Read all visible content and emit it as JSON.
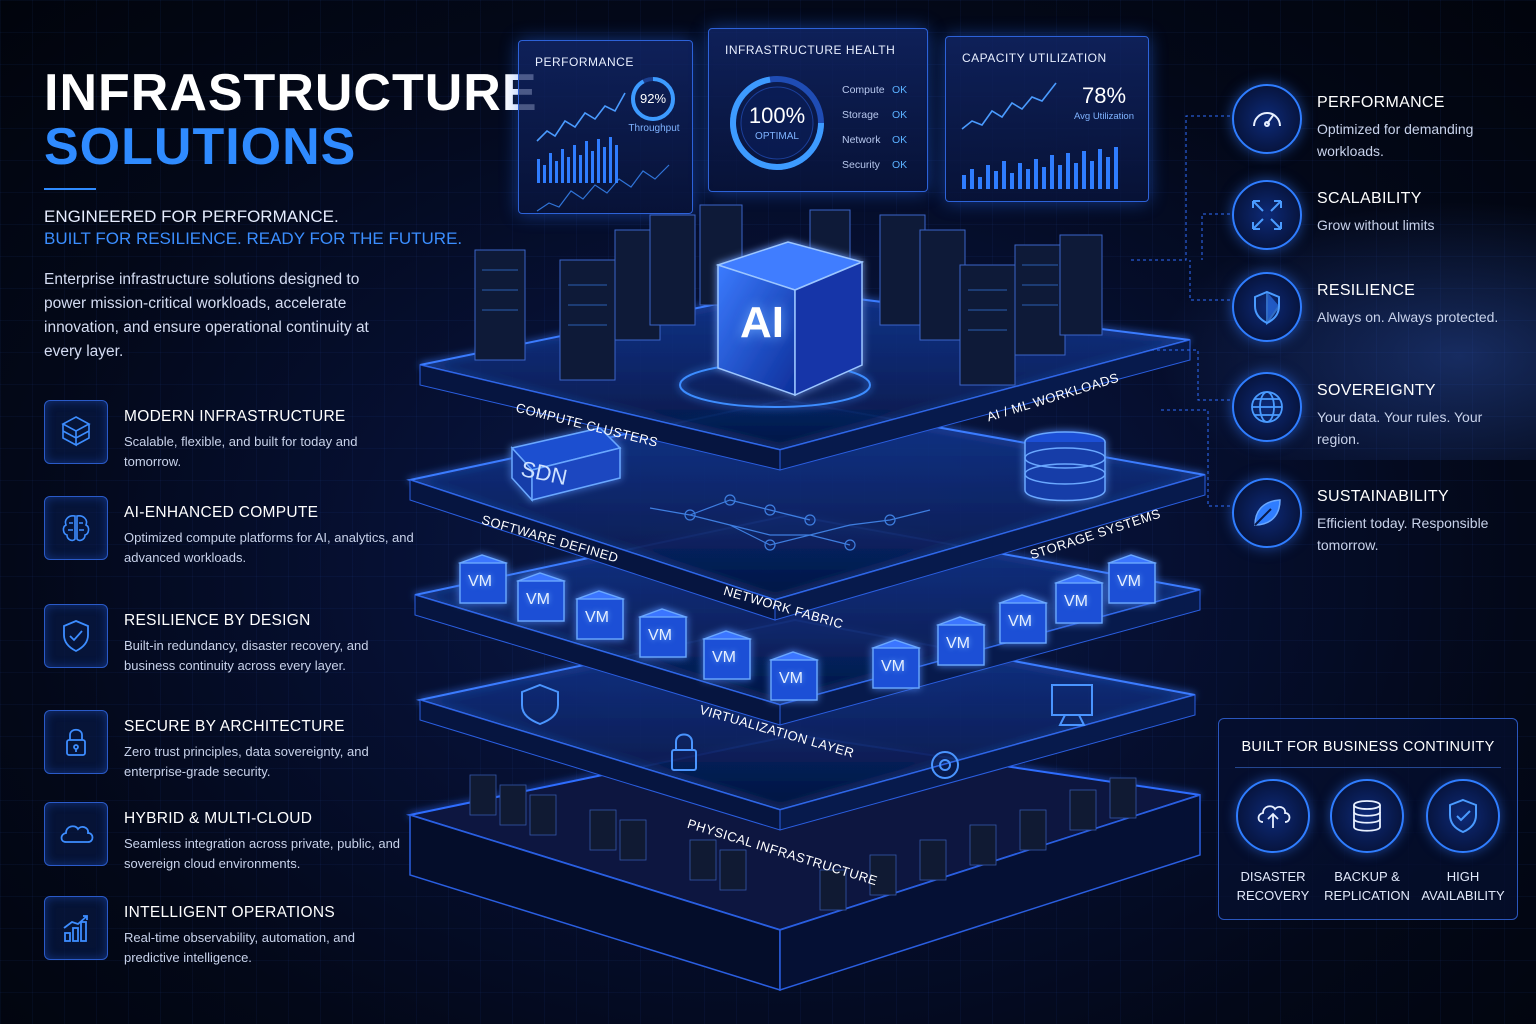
{
  "hero": {
    "title_line1": "INFRASTRUCTURE",
    "title_line2": "SOLUTIONS",
    "tagline_line1": "ENGINEERED FOR PERFORMANCE.",
    "tagline_line2": "BUILT FOR RESILIENCE. READY FOR THE FUTURE.",
    "intro": "Enterprise infrastructure solutions designed to power mission-critical workloads, accelerate innovation, and ensure operational continuity at every layer."
  },
  "features": [
    {
      "title": "MODERN INFRASTRUCTURE",
      "desc": "Scalable, flexible, and built for today and tomorrow.",
      "icon": "cube-stack-icon"
    },
    {
      "title": "AI-ENHANCED COMPUTE",
      "desc": "Optimized compute platforms for AI, analytics, and advanced workloads.",
      "icon": "brain-icon"
    },
    {
      "title": "RESILIENCE BY DESIGN",
      "desc": "Built-in redundancy, disaster recovery, and business continuity across every layer.",
      "icon": "shield-check-icon"
    },
    {
      "title": "SECURE BY ARCHITECTURE",
      "desc": "Zero trust principles, data sovereignty, and enterprise-grade security.",
      "icon": "padlock-icon"
    },
    {
      "title": "HYBRID & MULTI-CLOUD",
      "desc": "Seamless integration across private, public, and sovereign cloud environments.",
      "icon": "cloud-icon"
    },
    {
      "title": "INTELLIGENT OPERATIONS",
      "desc": "Real-time observability, automation, and predictive intelligence.",
      "icon": "bar-chart-icon"
    }
  ],
  "panels": {
    "performance": {
      "title": "PERFORMANCE",
      "value": "92%",
      "value_label": "Throughput",
      "value_fraction": 0.92
    },
    "health": {
      "title": "INFRASTRUCTURE HEALTH",
      "value": "100%",
      "value_label": "OPTIMAL",
      "rows": [
        {
          "name": "Compute",
          "status": "OK"
        },
        {
          "name": "Storage",
          "status": "OK"
        },
        {
          "name": "Network",
          "status": "OK"
        },
        {
          "name": "Security",
          "status": "OK"
        }
      ]
    },
    "capacity": {
      "title": "CAPACITY UTILIZATION",
      "value": "78%",
      "value_label": "Avg Utilization"
    }
  },
  "stack": {
    "ai_label": "AI",
    "compute_label": "COMPUTE CLUSTERS",
    "aiml_label": "AI / ML WORKLOADS",
    "sdn_label": "SDN",
    "software_label": "SOFTWARE DEFINED",
    "storage_label": "STORAGE SYSTEMS",
    "network_label": "NETWORK FABRIC",
    "vm_label": "VM",
    "virtualization_label": "VIRTUALIZATION LAYER",
    "physical_label": "PHYSICAL INFRASTRUCTURE"
  },
  "benefits": [
    {
      "title": "PERFORMANCE",
      "desc": "Optimized for demanding workloads.",
      "icon": "speedometer-icon"
    },
    {
      "title": "SCALABILITY",
      "desc": "Grow without limits",
      "icon": "expand-arrows-icon"
    },
    {
      "title": "RESILIENCE",
      "desc": "Always on. Always protected.",
      "icon": "shield-icon"
    },
    {
      "title": "SOVEREIGNTY",
      "desc": "Your data. Your rules. Your region.",
      "icon": "globe-icon"
    },
    {
      "title": "SUSTAINABILITY",
      "desc": "Efficient today. Responsible tomorrow.",
      "icon": "leaf-icon"
    }
  ],
  "continuity": {
    "title": "BUILT FOR BUSINESS CONTINUITY",
    "items": [
      {
        "label": "DISASTER\nRECOVERY",
        "icon": "cloud-upload-icon"
      },
      {
        "label": "BACKUP &\nREPLICATION",
        "icon": "database-icon"
      },
      {
        "label": "HIGH\nAVAILABILITY",
        "icon": "shield-check-icon"
      }
    ]
  },
  "colors": {
    "accent": "#2f8bff",
    "background": "#030818",
    "glow": "#3b7bff"
  }
}
